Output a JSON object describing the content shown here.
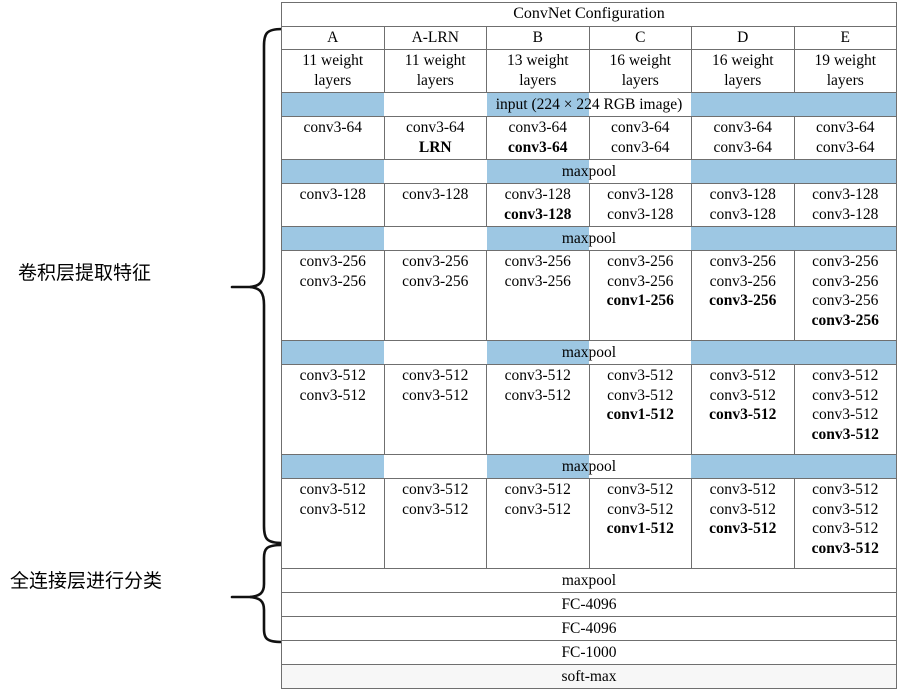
{
  "annotations": {
    "conv_label": "卷积层提取特征",
    "fc_label": "全连接层进行分类"
  },
  "table": {
    "title": "ConvNet Configuration",
    "columns": [
      {
        "name": "A",
        "shaded": true,
        "weights": [
          "11 weight",
          "layers"
        ]
      },
      {
        "name": "A-LRN",
        "shaded": false,
        "weights": [
          "11 weight",
          "layers"
        ]
      },
      {
        "name": "B",
        "shaded": true,
        "weights": [
          "13 weight",
          "layers"
        ]
      },
      {
        "name": "C",
        "shaded": false,
        "weights": [
          "16 weight",
          "layers"
        ]
      },
      {
        "name": "D",
        "shaded": true,
        "weights": [
          "16 weight",
          "layers"
        ]
      },
      {
        "name": "E",
        "shaded": true,
        "weights": [
          "19 weight",
          "layers"
        ]
      }
    ],
    "input_row": "input (224 × 224 RGB image)",
    "maxpool_label": "maxpool",
    "blocks": [
      {
        "id": "block-64",
        "cells": [
          [
            {
              "t": "conv3-64"
            }
          ],
          [
            {
              "t": "conv3-64"
            },
            {
              "t": "LRN",
              "b": true
            }
          ],
          [
            {
              "t": "conv3-64"
            },
            {
              "t": "conv3-64",
              "b": true
            }
          ],
          [
            {
              "t": "conv3-64"
            },
            {
              "t": "conv3-64"
            }
          ],
          [
            {
              "t": "conv3-64"
            },
            {
              "t": "conv3-64"
            }
          ],
          [
            {
              "t": "conv3-64"
            },
            {
              "t": "conv3-64"
            }
          ]
        ]
      },
      {
        "id": "block-128",
        "cells": [
          [
            {
              "t": "conv3-128"
            }
          ],
          [
            {
              "t": "conv3-128"
            }
          ],
          [
            {
              "t": "conv3-128"
            },
            {
              "t": "conv3-128",
              "b": true
            }
          ],
          [
            {
              "t": "conv3-128"
            },
            {
              "t": "conv3-128"
            }
          ],
          [
            {
              "t": "conv3-128"
            },
            {
              "t": "conv3-128"
            }
          ],
          [
            {
              "t": "conv3-128"
            },
            {
              "t": "conv3-128"
            }
          ]
        ]
      },
      {
        "id": "block-256",
        "cells": [
          [
            {
              "t": "conv3-256"
            },
            {
              "t": "conv3-256"
            }
          ],
          [
            {
              "t": "conv3-256"
            },
            {
              "t": "conv3-256"
            }
          ],
          [
            {
              "t": "conv3-256"
            },
            {
              "t": "conv3-256"
            }
          ],
          [
            {
              "t": "conv3-256"
            },
            {
              "t": "conv3-256"
            },
            {
              "t": "conv1-256",
              "b": true
            }
          ],
          [
            {
              "t": "conv3-256"
            },
            {
              "t": "conv3-256"
            },
            {
              "t": "conv3-256",
              "b": true
            }
          ],
          [
            {
              "t": "conv3-256"
            },
            {
              "t": "conv3-256"
            },
            {
              "t": "conv3-256"
            },
            {
              "t": "conv3-256",
              "b": true
            }
          ]
        ]
      },
      {
        "id": "block-512-a",
        "cells": [
          [
            {
              "t": "conv3-512"
            },
            {
              "t": "conv3-512"
            }
          ],
          [
            {
              "t": "conv3-512"
            },
            {
              "t": "conv3-512"
            }
          ],
          [
            {
              "t": "conv3-512"
            },
            {
              "t": "conv3-512"
            }
          ],
          [
            {
              "t": "conv3-512"
            },
            {
              "t": "conv3-512"
            },
            {
              "t": "conv1-512",
              "b": true
            }
          ],
          [
            {
              "t": "conv3-512"
            },
            {
              "t": "conv3-512"
            },
            {
              "t": "conv3-512",
              "b": true
            }
          ],
          [
            {
              "t": "conv3-512"
            },
            {
              "t": "conv3-512"
            },
            {
              "t": "conv3-512"
            },
            {
              "t": "conv3-512",
              "b": true
            }
          ]
        ]
      },
      {
        "id": "block-512-b",
        "cells": [
          [
            {
              "t": "conv3-512"
            },
            {
              "t": "conv3-512"
            }
          ],
          [
            {
              "t": "conv3-512"
            },
            {
              "t": "conv3-512"
            }
          ],
          [
            {
              "t": "conv3-512"
            },
            {
              "t": "conv3-512"
            }
          ],
          [
            {
              "t": "conv3-512"
            },
            {
              "t": "conv3-512"
            },
            {
              "t": "conv1-512",
              "b": true
            }
          ],
          [
            {
              "t": "conv3-512"
            },
            {
              "t": "conv3-512"
            },
            {
              "t": "conv3-512",
              "b": true
            }
          ],
          [
            {
              "t": "conv3-512"
            },
            {
              "t": "conv3-512"
            },
            {
              "t": "conv3-512"
            },
            {
              "t": "conv3-512",
              "b": true
            }
          ]
        ]
      }
    ],
    "footer_rows": [
      {
        "label": "maxpool",
        "style": "plain"
      },
      {
        "label": "FC-4096",
        "style": "plain"
      },
      {
        "label": "FC-4096",
        "style": "plain"
      },
      {
        "label": "FC-1000",
        "style": "plain"
      },
      {
        "label": "soft-max",
        "style": "softmax"
      }
    ]
  },
  "colors": {
    "shade_blue": "#9dc7e3",
    "border": "#6f6f6f",
    "softmax_bg": "#f7f7f7"
  }
}
